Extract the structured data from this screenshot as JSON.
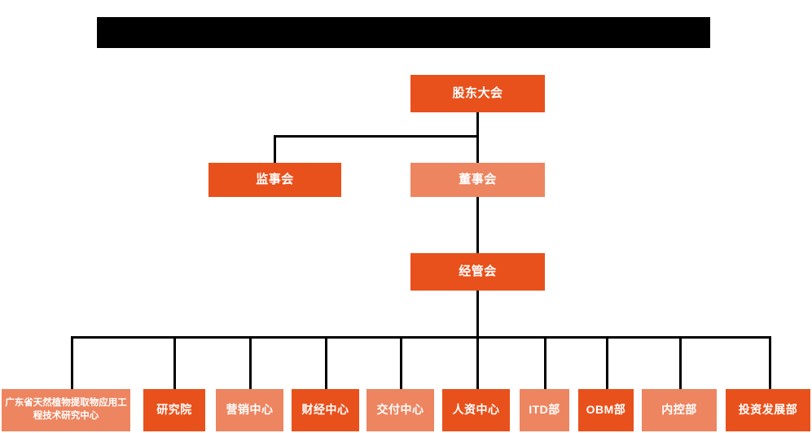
{
  "header": {
    "redaction_bar": {
      "present": true,
      "label": "",
      "color": "#000000"
    }
  },
  "theme": {
    "background": "#ffffff",
    "color_dark": "#E8511C",
    "color_light": "#ED8560",
    "connector_color": "#000000",
    "text_color": "#ffffff"
  },
  "chart_data": {
    "type": "diagram",
    "diagram_type": "organization-chart",
    "title": "",
    "levels": 4,
    "nodes": [
      {
        "id": "n1",
        "label": "股东大会",
        "level": 1,
        "shade": "dark",
        "parent": null
      },
      {
        "id": "n2",
        "label": "监事会",
        "level": 2,
        "shade": "dark",
        "parent": "n1"
      },
      {
        "id": "n3",
        "label": "董事会",
        "level": 2,
        "shade": "light",
        "parent": "n1"
      },
      {
        "id": "n4",
        "label": "经管会",
        "level": 3,
        "shade": "dark",
        "parent": "n3"
      },
      {
        "id": "n5",
        "label": "广东省天然植物提取物应用工程技术研究中心",
        "level": 4,
        "shade": "light",
        "parent": "n4"
      },
      {
        "id": "n6",
        "label": "研究院",
        "level": 4,
        "shade": "dark",
        "parent": "n4"
      },
      {
        "id": "n7",
        "label": "营销中心",
        "level": 4,
        "shade": "light",
        "parent": "n4"
      },
      {
        "id": "n8",
        "label": "财经中心",
        "level": 4,
        "shade": "dark",
        "parent": "n4"
      },
      {
        "id": "n9",
        "label": "交付中心",
        "level": 4,
        "shade": "light",
        "parent": "n4"
      },
      {
        "id": "n10",
        "label": "人资中心",
        "level": 4,
        "shade": "dark",
        "parent": "n4"
      },
      {
        "id": "n11",
        "label": "ITD部",
        "level": 4,
        "shade": "light",
        "parent": "n4"
      },
      {
        "id": "n12",
        "label": "OBM部",
        "level": 4,
        "shade": "dark",
        "parent": "n4"
      },
      {
        "id": "n13",
        "label": "内控部",
        "level": 4,
        "shade": "light",
        "parent": "n4"
      },
      {
        "id": "n14",
        "label": "投资发展部",
        "level": 4,
        "shade": "dark",
        "parent": "n4"
      }
    ],
    "edges": [
      {
        "from": "n1",
        "to": "n2"
      },
      {
        "from": "n1",
        "to": "n3"
      },
      {
        "from": "n3",
        "to": "n4"
      },
      {
        "from": "n4",
        "to": "n5"
      },
      {
        "from": "n4",
        "to": "n6"
      },
      {
        "from": "n4",
        "to": "n7"
      },
      {
        "from": "n4",
        "to": "n8"
      },
      {
        "from": "n4",
        "to": "n9"
      },
      {
        "from": "n4",
        "to": "n10"
      },
      {
        "from": "n4",
        "to": "n11"
      },
      {
        "from": "n4",
        "to": "n12"
      },
      {
        "from": "n4",
        "to": "n13"
      },
      {
        "from": "n4",
        "to": "n14"
      }
    ]
  },
  "nodes": {
    "shareholders_meeting": "股东大会",
    "board_of_supervisors": "监事会",
    "board_of_directors": "董事会",
    "management_committee": "经管会",
    "research_center": "广东省天然植物提取物应用工程技术研究中心",
    "research_institute": "研究院",
    "marketing_center": "营销中心",
    "finance_center": "财经中心",
    "delivery_center": "交付中心",
    "hr_center": "人资中心",
    "itd_department": "ITD部",
    "obm_department": "OBM部",
    "internal_control_department": "内控部",
    "investment_development_department": "投资发展部"
  }
}
